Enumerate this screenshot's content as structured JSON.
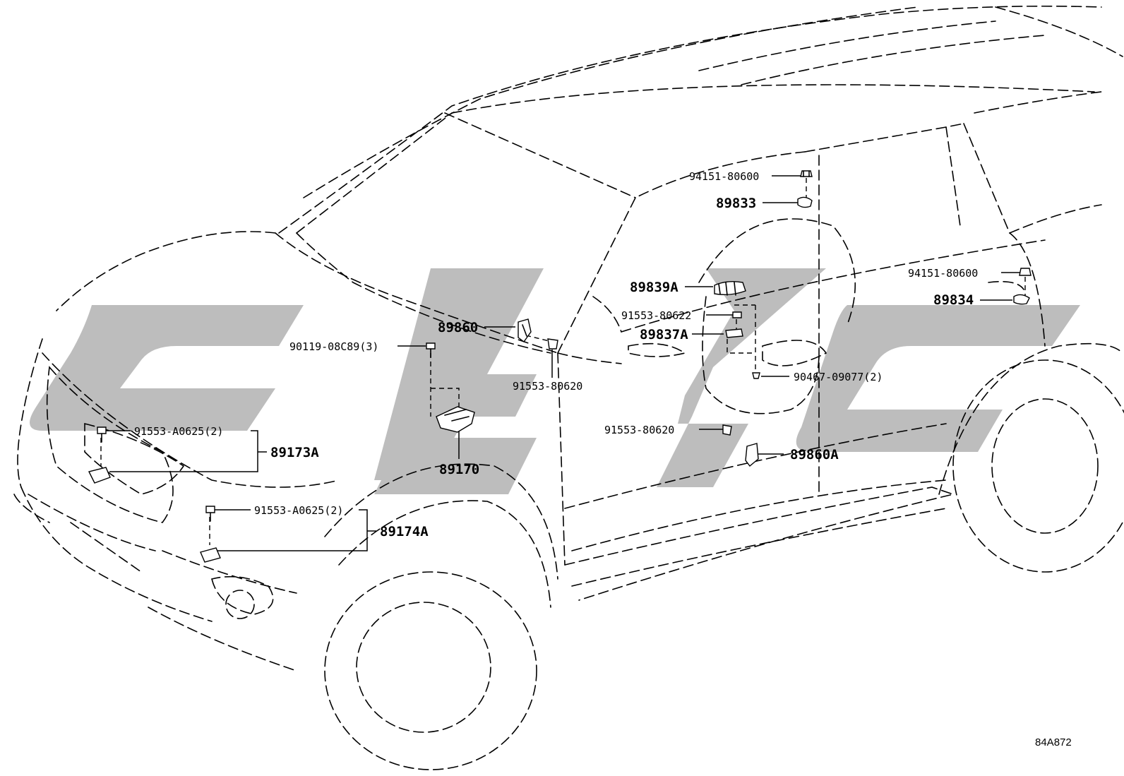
{
  "labels": {
    "p94151_top": "94151-80600",
    "p89833": "89833",
    "p89839a": "89839A",
    "p91553_80622": "91553-80622",
    "p89837a": "89837A",
    "p94151_right": "94151-80600",
    "p89834": "89834",
    "p89860": "89860",
    "p90119": "90119-08C89(3)",
    "p91553_80620_mid": "91553-80620",
    "p90467": "90467-09077(2)",
    "p91553_80620_low": "91553-80620",
    "p89860a": "89860A",
    "p91553_a0625_a": "91553-A0625(2)",
    "p89173a": "89173A",
    "p89170": "89170",
    "p91553_a0625_b": "91553-A0625(2)",
    "p89174a": "89174A",
    "diagram_code": "84A872"
  },
  "colors": {
    "line": "#000000",
    "watermark": "#bdbdbd",
    "background": "#ffffff"
  }
}
